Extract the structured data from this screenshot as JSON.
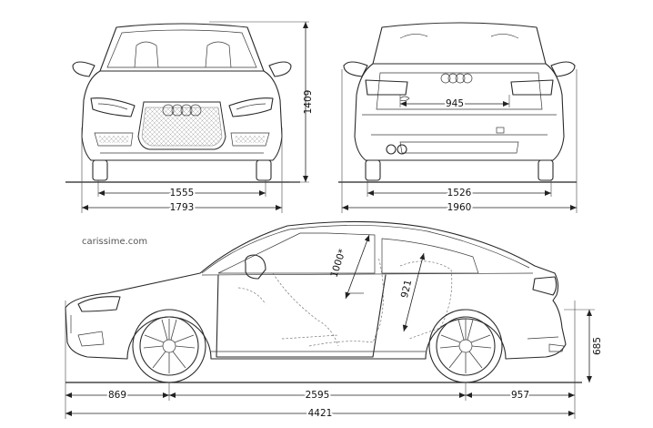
{
  "watermark": "carissime.com",
  "dimensions": {
    "front_track": "1555",
    "front_width": "1793",
    "height": "1409",
    "rear_track": "1526",
    "rear_width": "1960",
    "rear_badge_width": "945",
    "front_overhang": "869",
    "wheelbase": "2595",
    "rear_overhang": "957",
    "length": "4421",
    "headroom_front": "1000*",
    "headroom_rear": "921",
    "rear_height": "685"
  }
}
